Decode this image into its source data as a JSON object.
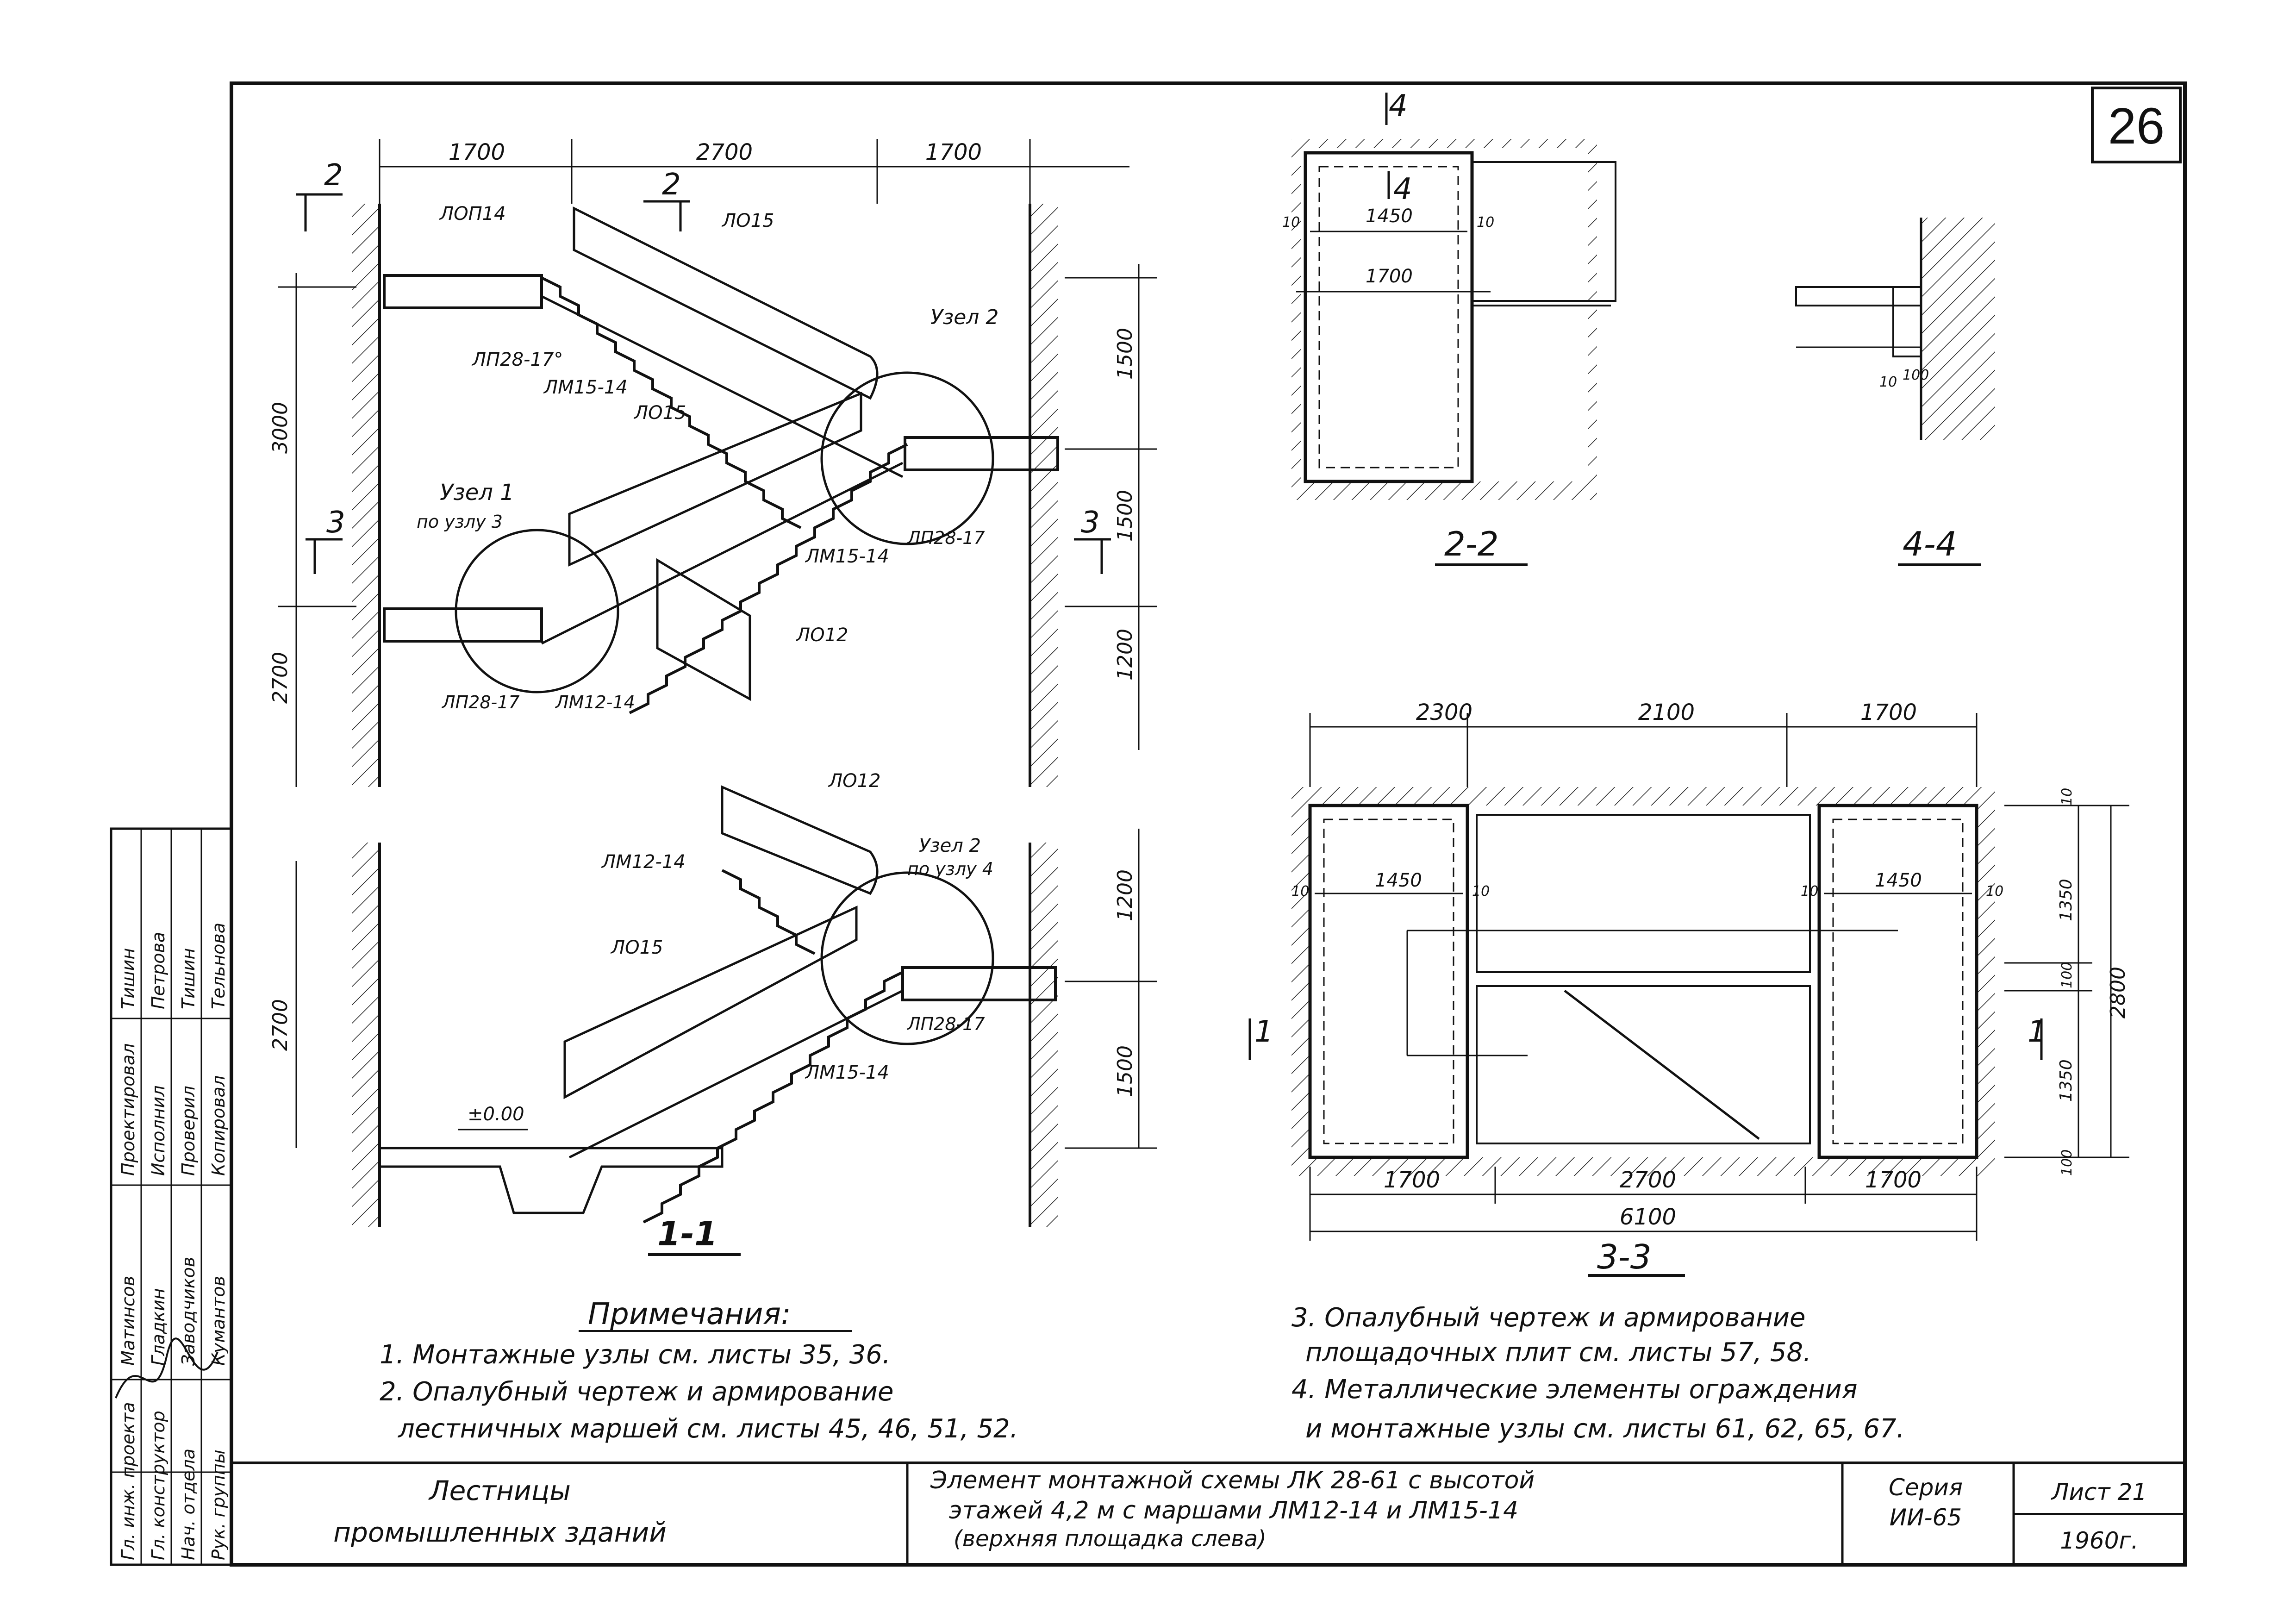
{
  "sheet_number": "26",
  "sections": {
    "s11": "1-1",
    "s22": "2-2",
    "s33": "3-3",
    "s44": "4-4"
  },
  "markers": {
    "c2": "2",
    "c3": "3",
    "c4": "4",
    "c1": "1"
  },
  "top_drawing": {
    "dims_top": [
      "1700",
      "2700",
      "1700"
    ],
    "dims_left": [
      "3000",
      "2700"
    ],
    "dims_right": [
      "1500",
      "1500",
      "1200"
    ],
    "labels": {
      "lop14": "ЛОП14",
      "lo15a": "ЛО15",
      "lo15b": "ЛО15",
      "lp2817o": "ЛП28-17°",
      "lm1514a": "ЛМ15-14",
      "lm1514b": "ЛМ15-14",
      "uzel2": "Узел 2",
      "uzel1": "Узел 1",
      "pouzlu3": "по узлу 3",
      "lp2817a": "ЛП28-17",
      "lp2817b": "ЛП28-17",
      "lm1214": "ЛМ12-14",
      "lo12": "ЛО12"
    }
  },
  "bottom_drawing": {
    "dims_left": [
      "2700"
    ],
    "dims_right": [
      "1200",
      "1500"
    ],
    "labels": {
      "lo12": "ЛО12",
      "lm1214": "ЛМ12-14",
      "uzel2": "Узел 2",
      "pouzlu4": "по узлу 4",
      "lo15": "ЛО15",
      "lp2817": "ЛП28-17",
      "lm1514": "ЛМ15-14",
      "level": "±0.00"
    }
  },
  "plan22": {
    "dims": [
      "1450",
      "1700",
      "10",
      "10"
    ]
  },
  "plan44": {
    "dims": [
      "10",
      "100"
    ]
  },
  "plan33": {
    "dims_top": [
      "2300",
      "2100",
      "1700"
    ],
    "dims_bottom": [
      "1700",
      "2700",
      "1700"
    ],
    "total": "6100",
    "inner": [
      "1450",
      "1450",
      "10",
      "10",
      "10",
      "10"
    ],
    "dims_right": [
      "10",
      "1350",
      "100",
      "1350",
      "100",
      "2800"
    ]
  },
  "notes": {
    "title": "Примечания:",
    "n1": "1. Монтажные узлы см. листы 35, 36.",
    "n2a": "2. Опалубный чертеж и армирование",
    "n2b": "лестничных маршей см. листы 45, 46, 51, 52.",
    "n3a": "3. Опалубный чертеж и армирование",
    "n3b": "площадочных плит см. листы 57, 58.",
    "n4a": "4. Металлические элементы ограждения",
    "n4b": "и монтажные узлы см. листы 61, 62, 65, 67."
  },
  "stamp_side": {
    "roles": [
      "Гл. инж. проекта",
      "Гл. конструктор",
      "Нач. отдела",
      "Рук. группы"
    ],
    "roles2": [
      "Проектировал",
      "Исполнил",
      "Проверил",
      "Копировал"
    ],
    "names": [
      "Матинсов",
      "Гладкин",
      "Заводчиков",
      "Кумантов"
    ],
    "names2": [
      "Тишин",
      "Петрова",
      "Тишин",
      "Тельнова"
    ]
  },
  "title_block": {
    "object_line1": "Лестницы",
    "object_line2": "промышленных     зданий",
    "title_line1": "Элемент монтажной схемы ЛК 28-61 с высотой",
    "title_line2": "этажей 4,2 м  с  маршами ЛМ12-14 и ЛМ15-14",
    "title_line3": "(верхняя   площадка слева)",
    "series_label": "Серия",
    "series_value": "ИИ-65",
    "sheet_label": "Лист 21",
    "year": "1960г."
  }
}
